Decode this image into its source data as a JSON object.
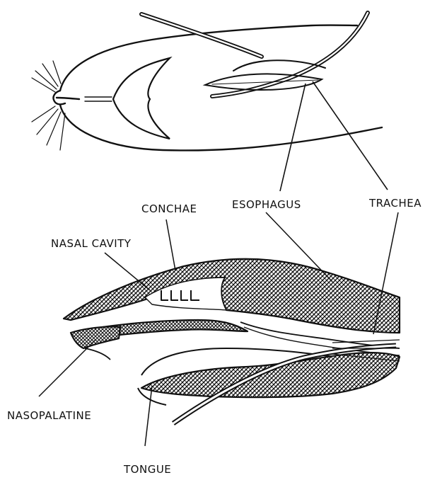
{
  "labels": {
    "conchae": "CONCHAE",
    "esophagus": "ESOPHAGUS",
    "trachea": "TRACHEA",
    "nasal_cavity": "NASAL CAVITY",
    "nasopalatine": "NASOPALATINE",
    "tongue": "TONGUE"
  },
  "colors": {
    "ink": "#111111",
    "paper": "#ffffff"
  }
}
